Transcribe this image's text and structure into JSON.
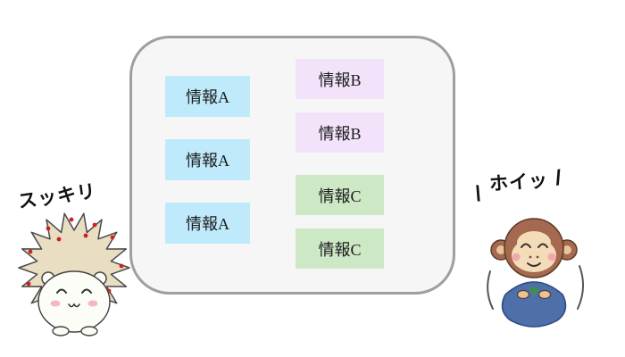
{
  "panel": {
    "a_items": [
      "情報A",
      "情報A",
      "情報A"
    ],
    "b_items": [
      "情報B",
      "情報B"
    ],
    "c_items": [
      "情報C",
      "情報C"
    ]
  },
  "labels": {
    "hedgehog_speech": "スッキリ",
    "monkey_speech": "ホイッ",
    "monkey_mark_left": "\\",
    "monkey_mark_right": "/"
  },
  "characters": {
    "left": "hedgehog",
    "right": "monkey"
  },
  "colors": {
    "box_a": "#bfeafb",
    "box_b": "#f2e3fa",
    "box_c": "#cde8c5",
    "panel_bg": "#f6f6f6",
    "panel_border": "#9f9f9f",
    "text": "#1b1b1b"
  }
}
